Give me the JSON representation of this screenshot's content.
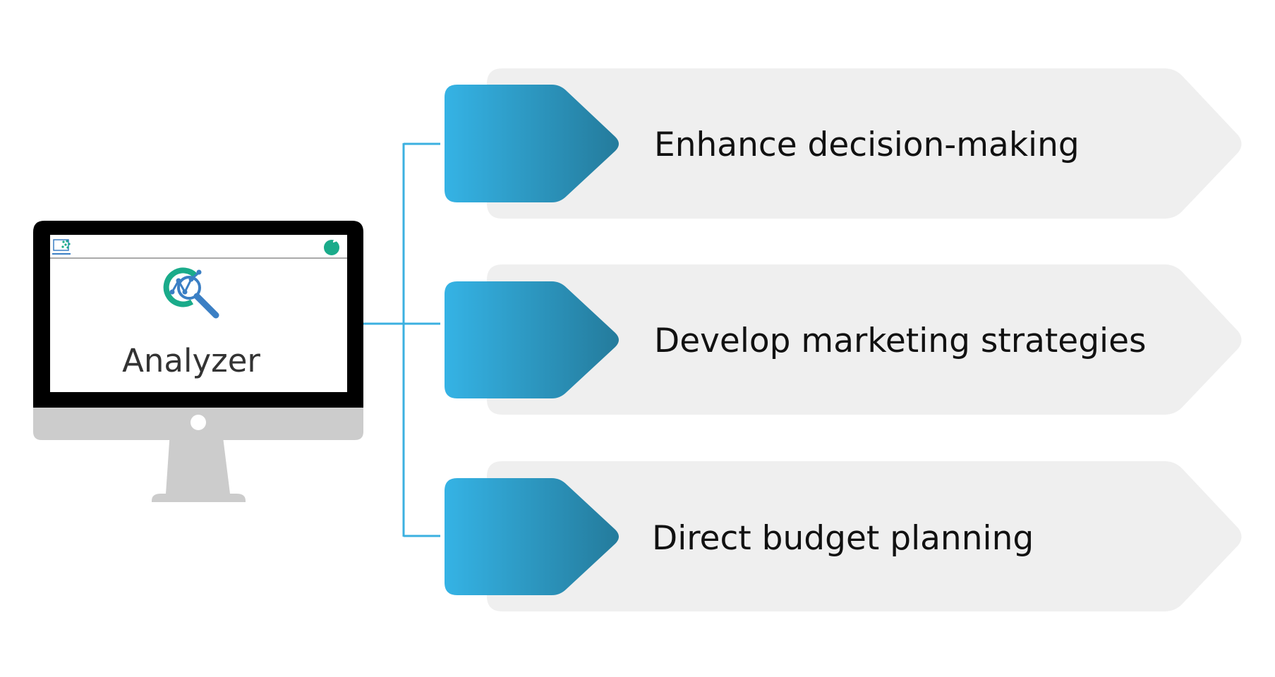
{
  "monitor": {
    "app_name": "Analyzer",
    "icons": {
      "top_left": "analytics-screen-icon",
      "top_right": "brand-leaf-icon",
      "center": "analyzer-magnifier-icon"
    }
  },
  "benefits": [
    {
      "label": "Enhance decision-making"
    },
    {
      "label": "Develop marketing strategies"
    },
    {
      "label": "Direct budget planning"
    }
  ],
  "colors": {
    "connector": "#3bb0e0",
    "arrow_gradient_start": "#35b3e5",
    "arrow_gradient_end": "#247b9c",
    "banner_fill": "#efefef",
    "monitor_frame": "#000000",
    "monitor_stand": "#cccccc",
    "icon_teal": "#1aab8a",
    "icon_blue": "#3b7fc4"
  }
}
